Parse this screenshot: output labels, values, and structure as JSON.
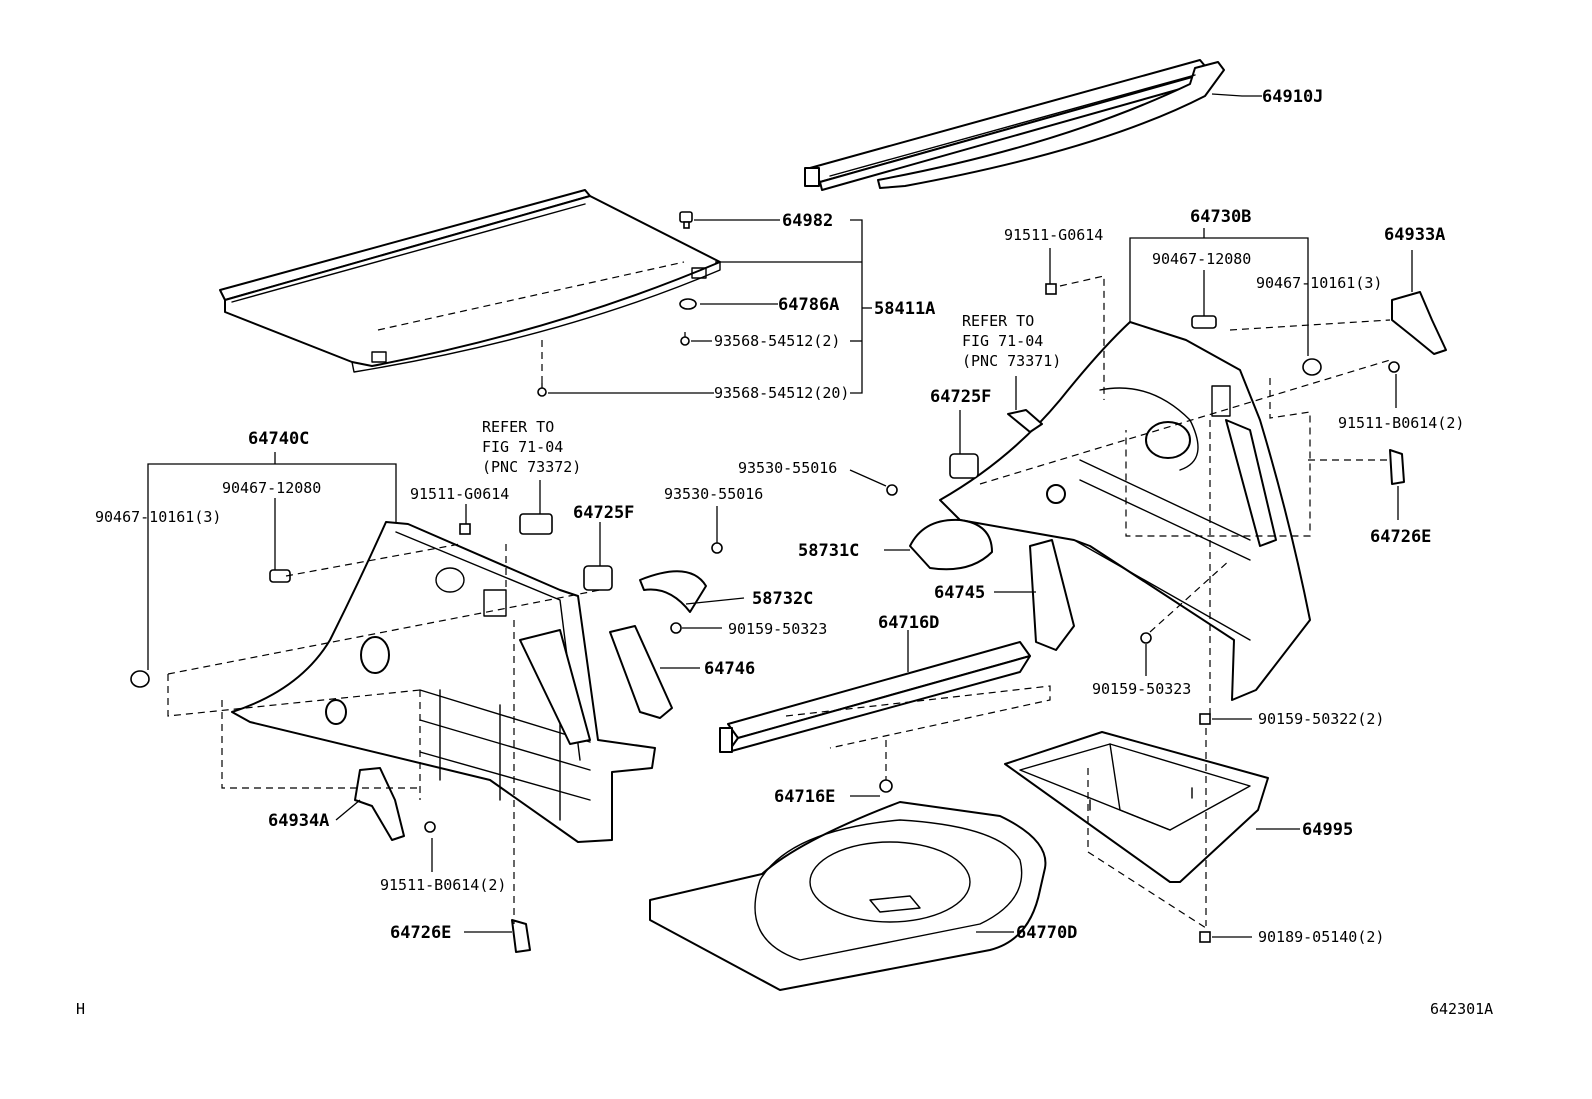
{
  "labels": {
    "p64910J": "64910J",
    "p64982": "64982",
    "p64786A": "64786A",
    "p58411A": "58411A",
    "p93568_2": "93568-54512(2)",
    "p93568_20": "93568-54512(20)",
    "p64740C": "64740C",
    "p90467_12080_l": "90467-12080",
    "p90467_10161_l": "90467-10161(3)",
    "p91511_G0614_l": "91511-G0614",
    "p93530_l": "93530-55016",
    "p64725F_l": "64725F",
    "p58732C": "58732C",
    "p90159_50323_l": "90159-50323",
    "p64746": "64746",
    "p64934A": "64934A",
    "p91511_B0614_l": "91511-B0614(2)",
    "p64726E_l": "64726E",
    "p64730B": "64730B",
    "p91511_G0614_r": "91511-G0614",
    "p90467_12080_r": "90467-12080",
    "p90467_10161_r": "90467-10161(3)",
    "p64933A": "64933A",
    "p91511_B0614_r": "91511-B0614(2)",
    "p64725F_r": "64725F",
    "p93530_r": "93530-55016",
    "p58731C": "58731C",
    "p64745": "64745",
    "p64726E_r": "64726E",
    "p90159_50323_r": "90159-50323",
    "p64716D": "64716D",
    "p64716E": "64716E",
    "p90159_50322": "90159-50322(2)",
    "p64995": "64995",
    "p64770D": "64770D",
    "p90189_05140": "90189-05140(2)"
  },
  "refer_left": [
    "REFER TO",
    "FIG 71-04",
    "(PNC 73372)"
  ],
  "refer_right": [
    "REFER TO",
    "FIG 71-04",
    "(PNC 73371)"
  ],
  "corner_mark": "H",
  "figure_id": "642301A"
}
